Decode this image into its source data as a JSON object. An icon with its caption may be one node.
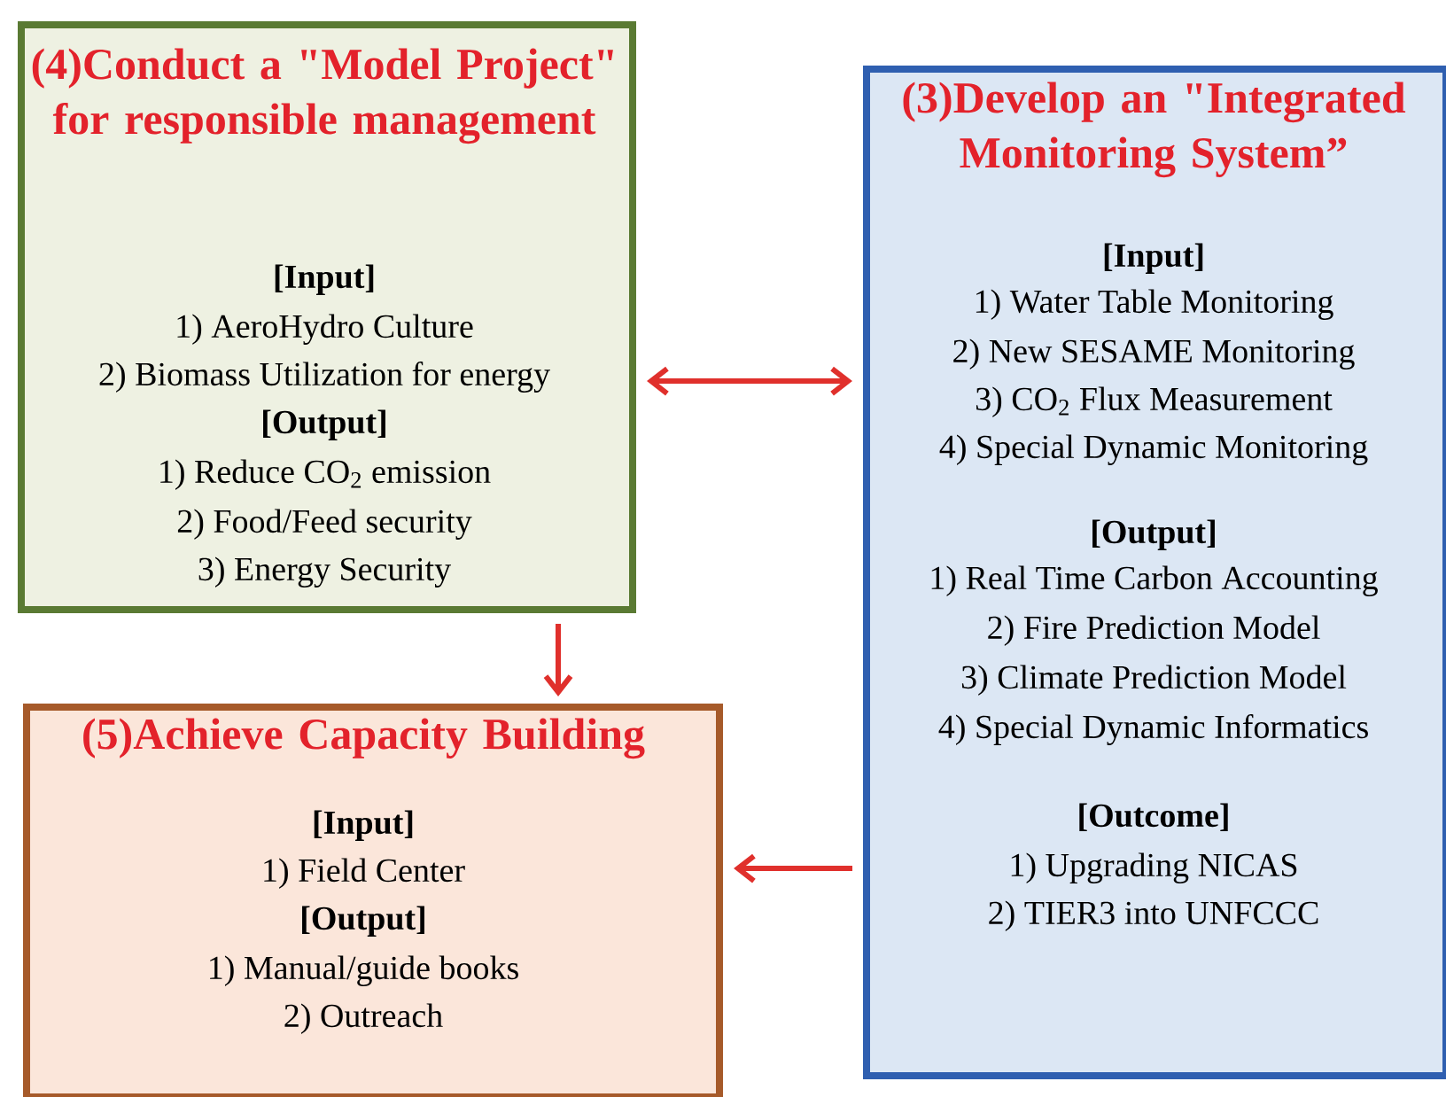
{
  "diagram": {
    "nodes": [
      {
        "text": [
          "(4)Conduct a \"Model Project\" for responsible management",
          "[Input]",
          "1) AeroHydro Culture",
          "2) Biomass Utilization for energy",
          "[Output]",
          "1) Reduce CO$_{2}$ emission",
          "2) Food/Feed security",
          "3) Energy Security"
        ]
      },
      {
        "text": [
          "(3)Develop an \"Integrated Monitoring System”",
          "[Input]",
          "1) Water Table Monitoring",
          "2) New SESAME Monitoring",
          "3) CO$_{2}$ Flux Measurement",
          "4) Special Dynamic Monitoring",
          "[Output]",
          "1) Real Time Carbon Accounting",
          "2) Fire Prediction Model",
          "3) Climate Prediction Model",
          "4) Special Dynamic Informatics",
          "[Outcome]",
          "1) Upgrading NICAS",
          "2) TIER3 into UNFCCC"
        ]
      },
      {
        "text": [
          "(5)Achieve Capacity Building",
          "[Input]",
          "1) Field Center",
          "[Output]",
          "1) Manual/guide books",
          "2) Outreach"
        ]
      }
    ],
    "edges": [
      {
        "from": 0,
        "to": 1,
        "arrow": "both"
      },
      {
        "from": 0,
        "to": 2,
        "arrow": "to"
      },
      {
        "from": 1,
        "to": 2,
        "arrow": "to"
      }
    ]
  }
}
